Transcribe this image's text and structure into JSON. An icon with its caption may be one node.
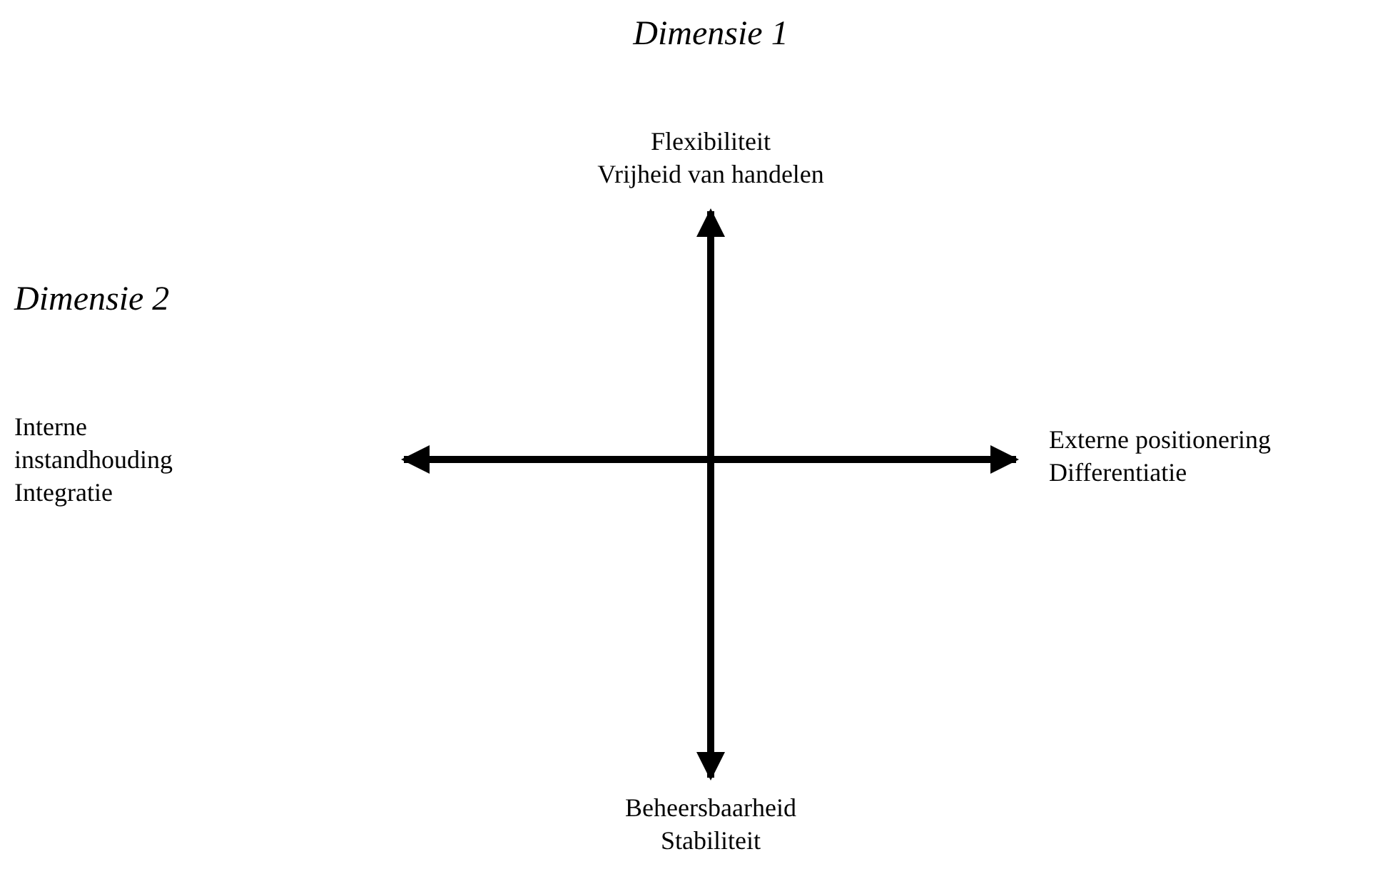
{
  "diagram": {
    "labels": [
      "Dimensie 1",
      "Flexibiliteit",
      "Vrijheid van handelen",
      "Dimensie 2",
      "Interne instandhouding",
      "Integratie",
      "Externe positionering",
      "Differentiatie",
      "Beheersbaarheid",
      "Stabiliteit"
    ]
  }
}
